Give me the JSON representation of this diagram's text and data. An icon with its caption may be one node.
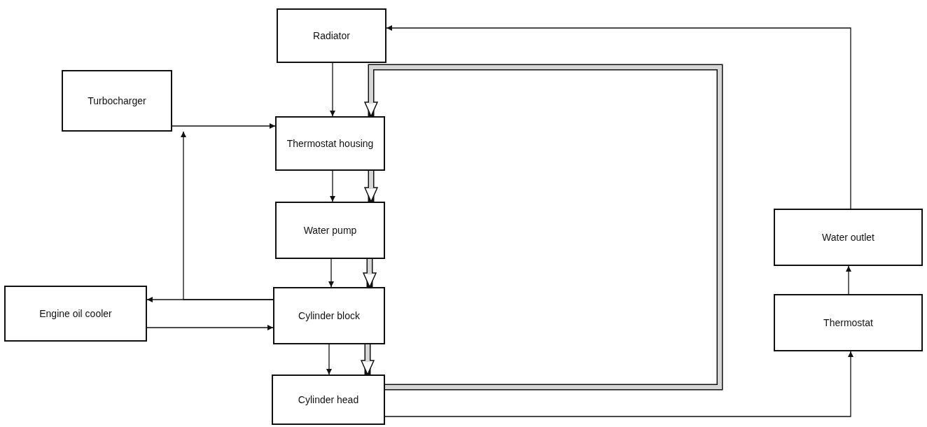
{
  "diagram": {
    "nodes": [
      {
        "text": [
          "Radiator"
        ]
      },
      {
        "text": [
          "Turbocharger"
        ]
      },
      {
        "text": [
          "Thermostat housing"
        ]
      },
      {
        "text": [
          "Water pump"
        ]
      },
      {
        "text": [
          "Engine oil cooler"
        ]
      },
      {
        "text": [
          "Cylinder block"
        ]
      },
      {
        "text": [
          "Cylinder head"
        ]
      },
      {
        "text": [
          "Water outlet"
        ]
      },
      {
        "text": [
          "Thermostat"
        ]
      }
    ],
    "edges": [
      {
        "from": 0,
        "to": 2,
        "arrow": "to"
      },
      {
        "from": 1,
        "to": 2,
        "arrow": "to"
      },
      {
        "from": 2,
        "to": 3,
        "arrow": "to"
      },
      {
        "from": 2,
        "to": 3,
        "arrow": "to",
        "style": "thick"
      },
      {
        "from": 3,
        "to": 5,
        "arrow": "to"
      },
      {
        "from": 3,
        "to": 5,
        "arrow": "to",
        "style": "thick"
      },
      {
        "from": 5,
        "to": 4,
        "arrow": "to"
      },
      {
        "from": 5,
        "to": 1,
        "arrow": "to"
      },
      {
        "from": 4,
        "to": 5,
        "arrow": "to"
      },
      {
        "from": 5,
        "to": 6,
        "arrow": "to"
      },
      {
        "from": 5,
        "to": 6,
        "arrow": "to",
        "style": "thick"
      },
      {
        "from": 6,
        "to": 2,
        "arrow": "to",
        "style": "thick"
      },
      {
        "from": 6,
        "to": 8,
        "arrow": "to"
      },
      {
        "from": 8,
        "to": 7,
        "arrow": "to"
      },
      {
        "from": 7,
        "to": 0,
        "arrow": "to"
      }
    ]
  }
}
